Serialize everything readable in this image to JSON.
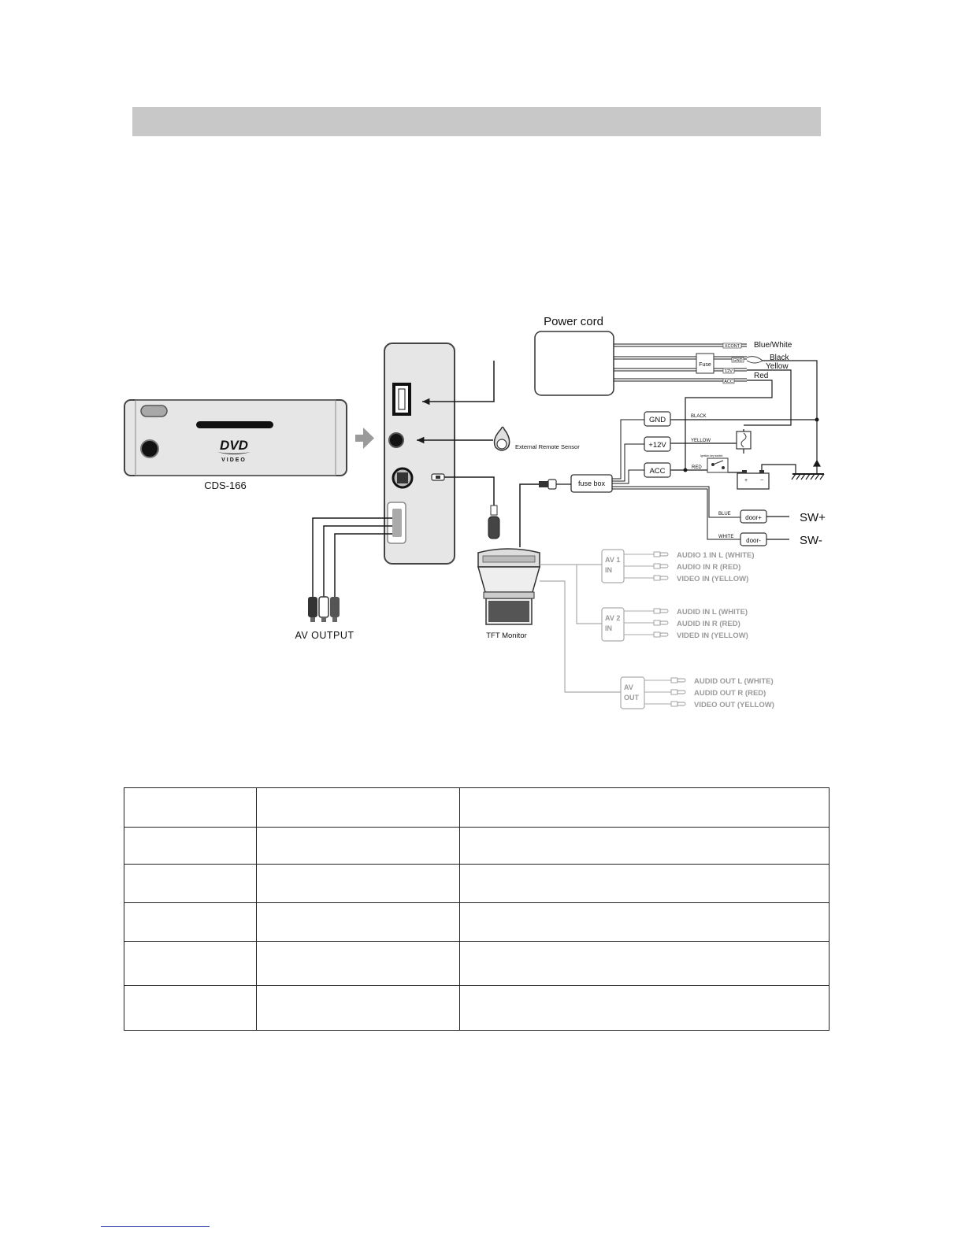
{
  "diagram": {
    "power_cord": {
      "title": "Power cord",
      "wires": [
        {
          "name": "Blue/White",
          "tag": "XCONT"
        },
        {
          "name": "Black",
          "tag": "GND"
        },
        {
          "name": "Yellow",
          "tag": "12V"
        },
        {
          "name": "Red",
          "tag": "ACC"
        }
      ],
      "fuse_label": "Fuse"
    },
    "unit_label": "CDS-166",
    "dvd_logo": {
      "main": "DVD",
      "sub": "VIDEO"
    },
    "remote_sensor_label": "External Remote Sensor",
    "av_output_label": "AV OUTPUT",
    "monitor_label": "TFT Monitor",
    "fuse_box_label": "fuse box",
    "power_terminals": [
      {
        "label": "GND",
        "wire": "BLACK"
      },
      {
        "label": "+12V",
        "wire": "YELLOW"
      },
      {
        "label": "ACC",
        "wire": "RED"
      }
    ],
    "ignition_label": "Ignition key switch",
    "doors": [
      {
        "label": "door+",
        "wire": "BLUE",
        "switch": "SW+"
      },
      {
        "label": "door-",
        "wire": "WHITE",
        "switch": "SW-"
      }
    ],
    "av_groups": [
      {
        "title_line1": "AV 1",
        "title_line2": "IN",
        "lines": [
          "AUDIO  1  IN L  (WHITE)",
          "AUDIO  IN R  (RED)",
          "VIDEO  IN  (YELLOW)"
        ]
      },
      {
        "title_line1": "AV 2",
        "title_line2": "IN",
        "lines": [
          "AUDID  IN  L     (WHITE)",
          "AUDID  IN  R     (RED)",
          "VIDED  IN      (YELLOW)"
        ]
      },
      {
        "title_line1": "AV",
        "title_line2": "OUT",
        "lines": [
          "AUDID  OUT  L  (WHITE)",
          "AUDID  OUT  R  (RED)",
          "VIDEO  OUT    (YELLOW)"
        ]
      }
    ]
  },
  "colors": {
    "header_band": "#c8c8c8",
    "line": "#1a1a1a",
    "gray_text": "#9a9a9a",
    "panel_fill": "#e6e6e6"
  }
}
